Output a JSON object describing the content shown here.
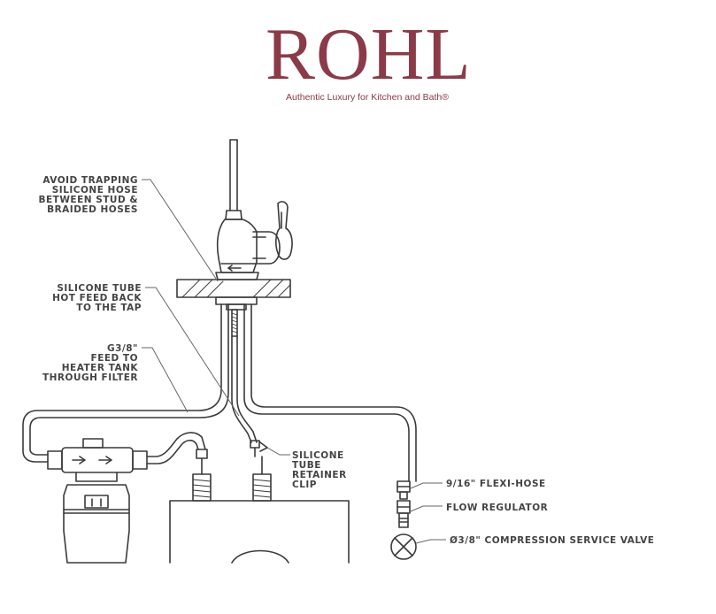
{
  "logo": {
    "wordmark": "ROHL",
    "tagline": "Authentic Luxury for Kitchen and Bath®"
  },
  "callouts": {
    "avoid_trapping": [
      "AVOID TRAPPING",
      "SILICONE HOSE",
      "BETWEEN STUD &",
      "BRAIDED HOSES"
    ],
    "silicone_tube": [
      "SILICONE TUBE",
      "HOT FEED BACK",
      "TO THE TAP"
    ],
    "g38_feed": [
      "G3/8\"",
      "FEED TO",
      "HEATER TANK",
      "THROUGH FILTER"
    ],
    "retainer_clip": [
      "SILICONE",
      "TUBE",
      "RETAINER",
      "CLIP"
    ],
    "flexi_hose": "9/16\" FLEXI-HOSE",
    "flow_regulator": "FLOW REGULATOR",
    "service_valve": "Ø3/8\" COMPRESSION SERVICE VALVE"
  },
  "colors": {
    "brand": "#8b3a48",
    "line": "#3a3a3a",
    "label": "#444444"
  }
}
